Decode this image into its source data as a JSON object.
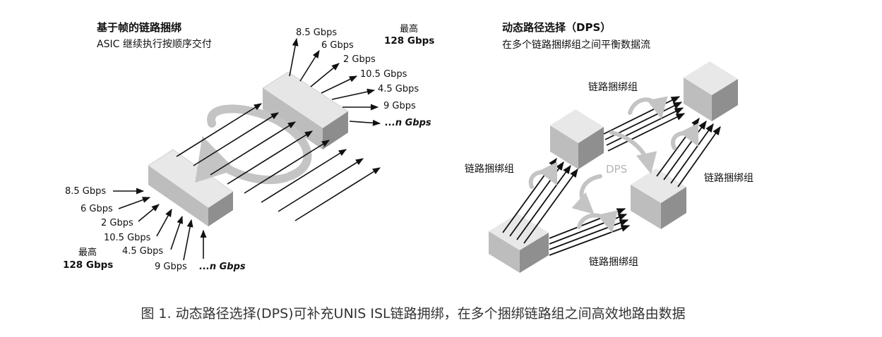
{
  "left": {
    "title": "基于帧的链路捆绑",
    "subtitle": "ASIC 继续执行按顺序交付",
    "out_labels": [
      "8.5 Gbps",
      "6 Gbps",
      "2 Gbps",
      "10.5 Gbps",
      "4.5 Gbps",
      "9 Gbps"
    ],
    "out_last": "...n Gbps",
    "max_top_label": "最高",
    "max_top_value": "128 Gbps",
    "in_labels": [
      "8.5 Gbps",
      "6 Gbps",
      "2 Gbps",
      "10.5 Gbps",
      "4.5 Gbps",
      "9 Gbps"
    ],
    "in_last": "...n Gbps",
    "max_bottom_label": "最高",
    "max_bottom_value": "128 Gbps"
  },
  "right": {
    "title": "动态路径选择（DPS）",
    "subtitle": "在多个链路捆绑组之间平衡数据流",
    "group_label": "链路捆绑组",
    "dps_label": "DPS"
  },
  "caption": "图 1. 动态路径选择(DPS)可补充UNIS ISL链路拥绑，在多个捆绑链路组之间高效地路由数据",
  "colors": {
    "box_top": "#e8e8e8",
    "box_front": "#bdbdbd",
    "box_side": "#8f8f8f",
    "curve": "#c4c4c4",
    "line": "#111111"
  }
}
